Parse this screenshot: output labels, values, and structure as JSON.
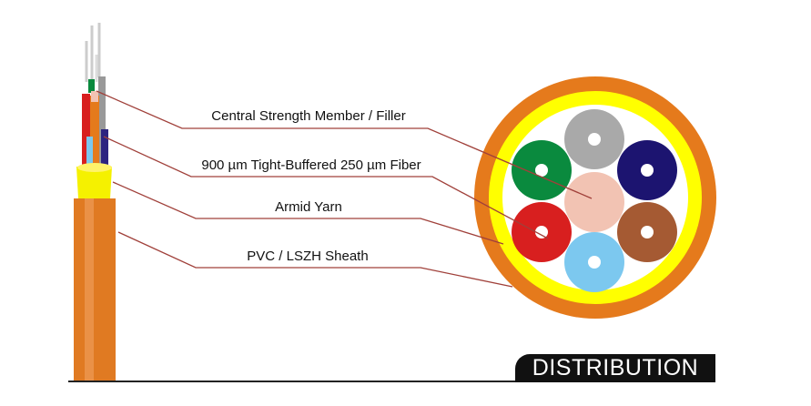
{
  "labels": {
    "central_strength_member": "Central Strength Member / Filler",
    "tight_buffered_fiber": "900 µm Tight-Buffered 250 µm Fiber",
    "aramid_yarn": "Armid Yarn",
    "sheath": "PVC / LSZH Sheath"
  },
  "badge": "DISTRIBUTION",
  "colors": {
    "sheath": "#e57a1c",
    "yarn": "#ffff00",
    "filler": "#f2c3b3",
    "leader": "#a0403a",
    "fibers": [
      "#a9a9a9",
      "#0a8a3e",
      "#1c1470",
      "#d81f1f",
      "#a55a33",
      "#7cc8ef"
    ]
  }
}
